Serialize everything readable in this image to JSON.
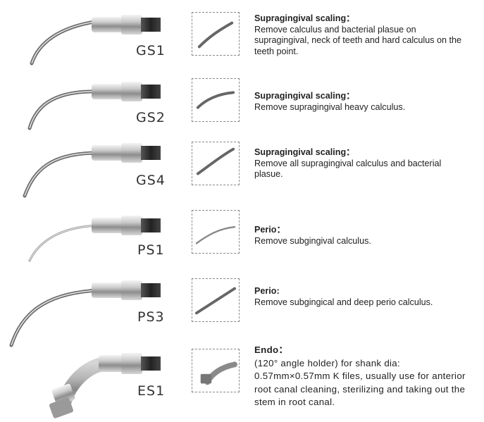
{
  "tips": [
    {
      "code": "GS1",
      "title": "Supragingival scaling：",
      "body": "Remove calculus and bacterial plasue on supragingival, neck of teeth and hard calculus on the teeth point."
    },
    {
      "code": "GS2",
      "title": "Supragingival scaling：",
      "body": "Remove supragingival heavy calculus."
    },
    {
      "code": "GS4",
      "title": "Supragingival scaling：",
      "body": "Remove all supragingival calculus and bacterial plasue."
    },
    {
      "code": "PS1",
      "title": "Perio：",
      "body": "Remove subgingival calculus."
    },
    {
      "code": "PS3",
      "title": "Perio:",
      "body": "Remove subgingical and deep perio calculus."
    },
    {
      "code": "ES1",
      "title": "Endo：",
      "body": "(120° angle holder) for shank dia: 0.57mm×0.57mm K files, usually use for anterior root canal cleaning, sterilizing and taking out the stem in root canal."
    }
  ]
}
